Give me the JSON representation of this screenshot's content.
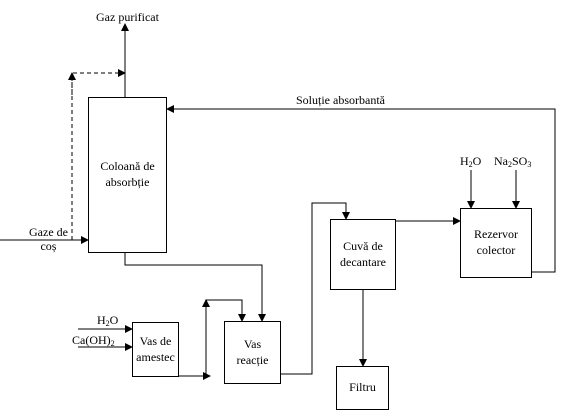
{
  "boxes": {
    "absorption_column": [
      "Coloană de",
      "absorbție"
    ],
    "mixing_vessel": [
      "Vas de",
      "amestec"
    ],
    "reaction_vessel": [
      "Vas",
      "reacție"
    ],
    "settling_tank": [
      "Cuvă de",
      "decantare"
    ],
    "collector_tank": [
      "Rezervor",
      "colector"
    ],
    "filter": [
      "Filtru"
    ]
  },
  "labels": {
    "purified_gas": "Gaz purificat",
    "absorbent_solution": "Soluție absorbantă",
    "flue_gas": [
      "Gaze de",
      "coș"
    ],
    "water_mixing": {
      "base": "H",
      "sub": "2",
      "tail": "O"
    },
    "lime": {
      "base": "Ca(OH)",
      "sub": "2",
      "tail": ""
    },
    "water_collector": {
      "base": "H",
      "sub": "2",
      "tail": "O"
    },
    "sodium_sulfite": {
      "a": "Na",
      "a_sub": "2",
      "b": "SO",
      "b_sub": "3"
    }
  },
  "colors": {
    "line": "#000000",
    "background": "#ffffff"
  }
}
